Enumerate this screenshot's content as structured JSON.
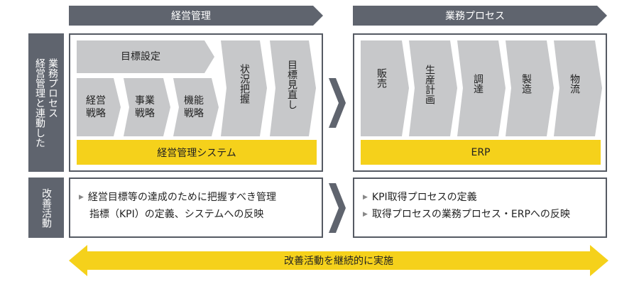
{
  "headers": {
    "left": "経営管理",
    "right": "業務プロセス"
  },
  "side_labels": {
    "top_col1": "業務プロセス",
    "top_col2": "経営管理と連動した",
    "bottom": "改善活動"
  },
  "left_panel": {
    "top_item": "目標設定",
    "sub_items": [
      "経営\n戦略",
      "事業\n戦略",
      "機能\n戦略"
    ],
    "vertical_items": [
      "状況把握",
      "目標見直し"
    ],
    "system_bar": "経営管理システム"
  },
  "right_panel": {
    "vertical_items": [
      "販売",
      "生産計画",
      "調達",
      "製造",
      "物流"
    ],
    "system_bar": "ERP"
  },
  "bottom_left": {
    "lines": [
      "経営目標等の達成のために把握すべき管理",
      "指標（KPI）の定義、システムへの反映"
    ]
  },
  "bottom_right": {
    "bullets": [
      "KPI取得プロセスの定義",
      "取得プロセスの業務プロセス・ERPへの反映"
    ]
  },
  "bottom_arrow": {
    "label": "改善活動を継続的に実施"
  },
  "colors": {
    "dark": "#5f646e",
    "gray": "#c7c8ca",
    "yellow": "#f5d11b"
  }
}
